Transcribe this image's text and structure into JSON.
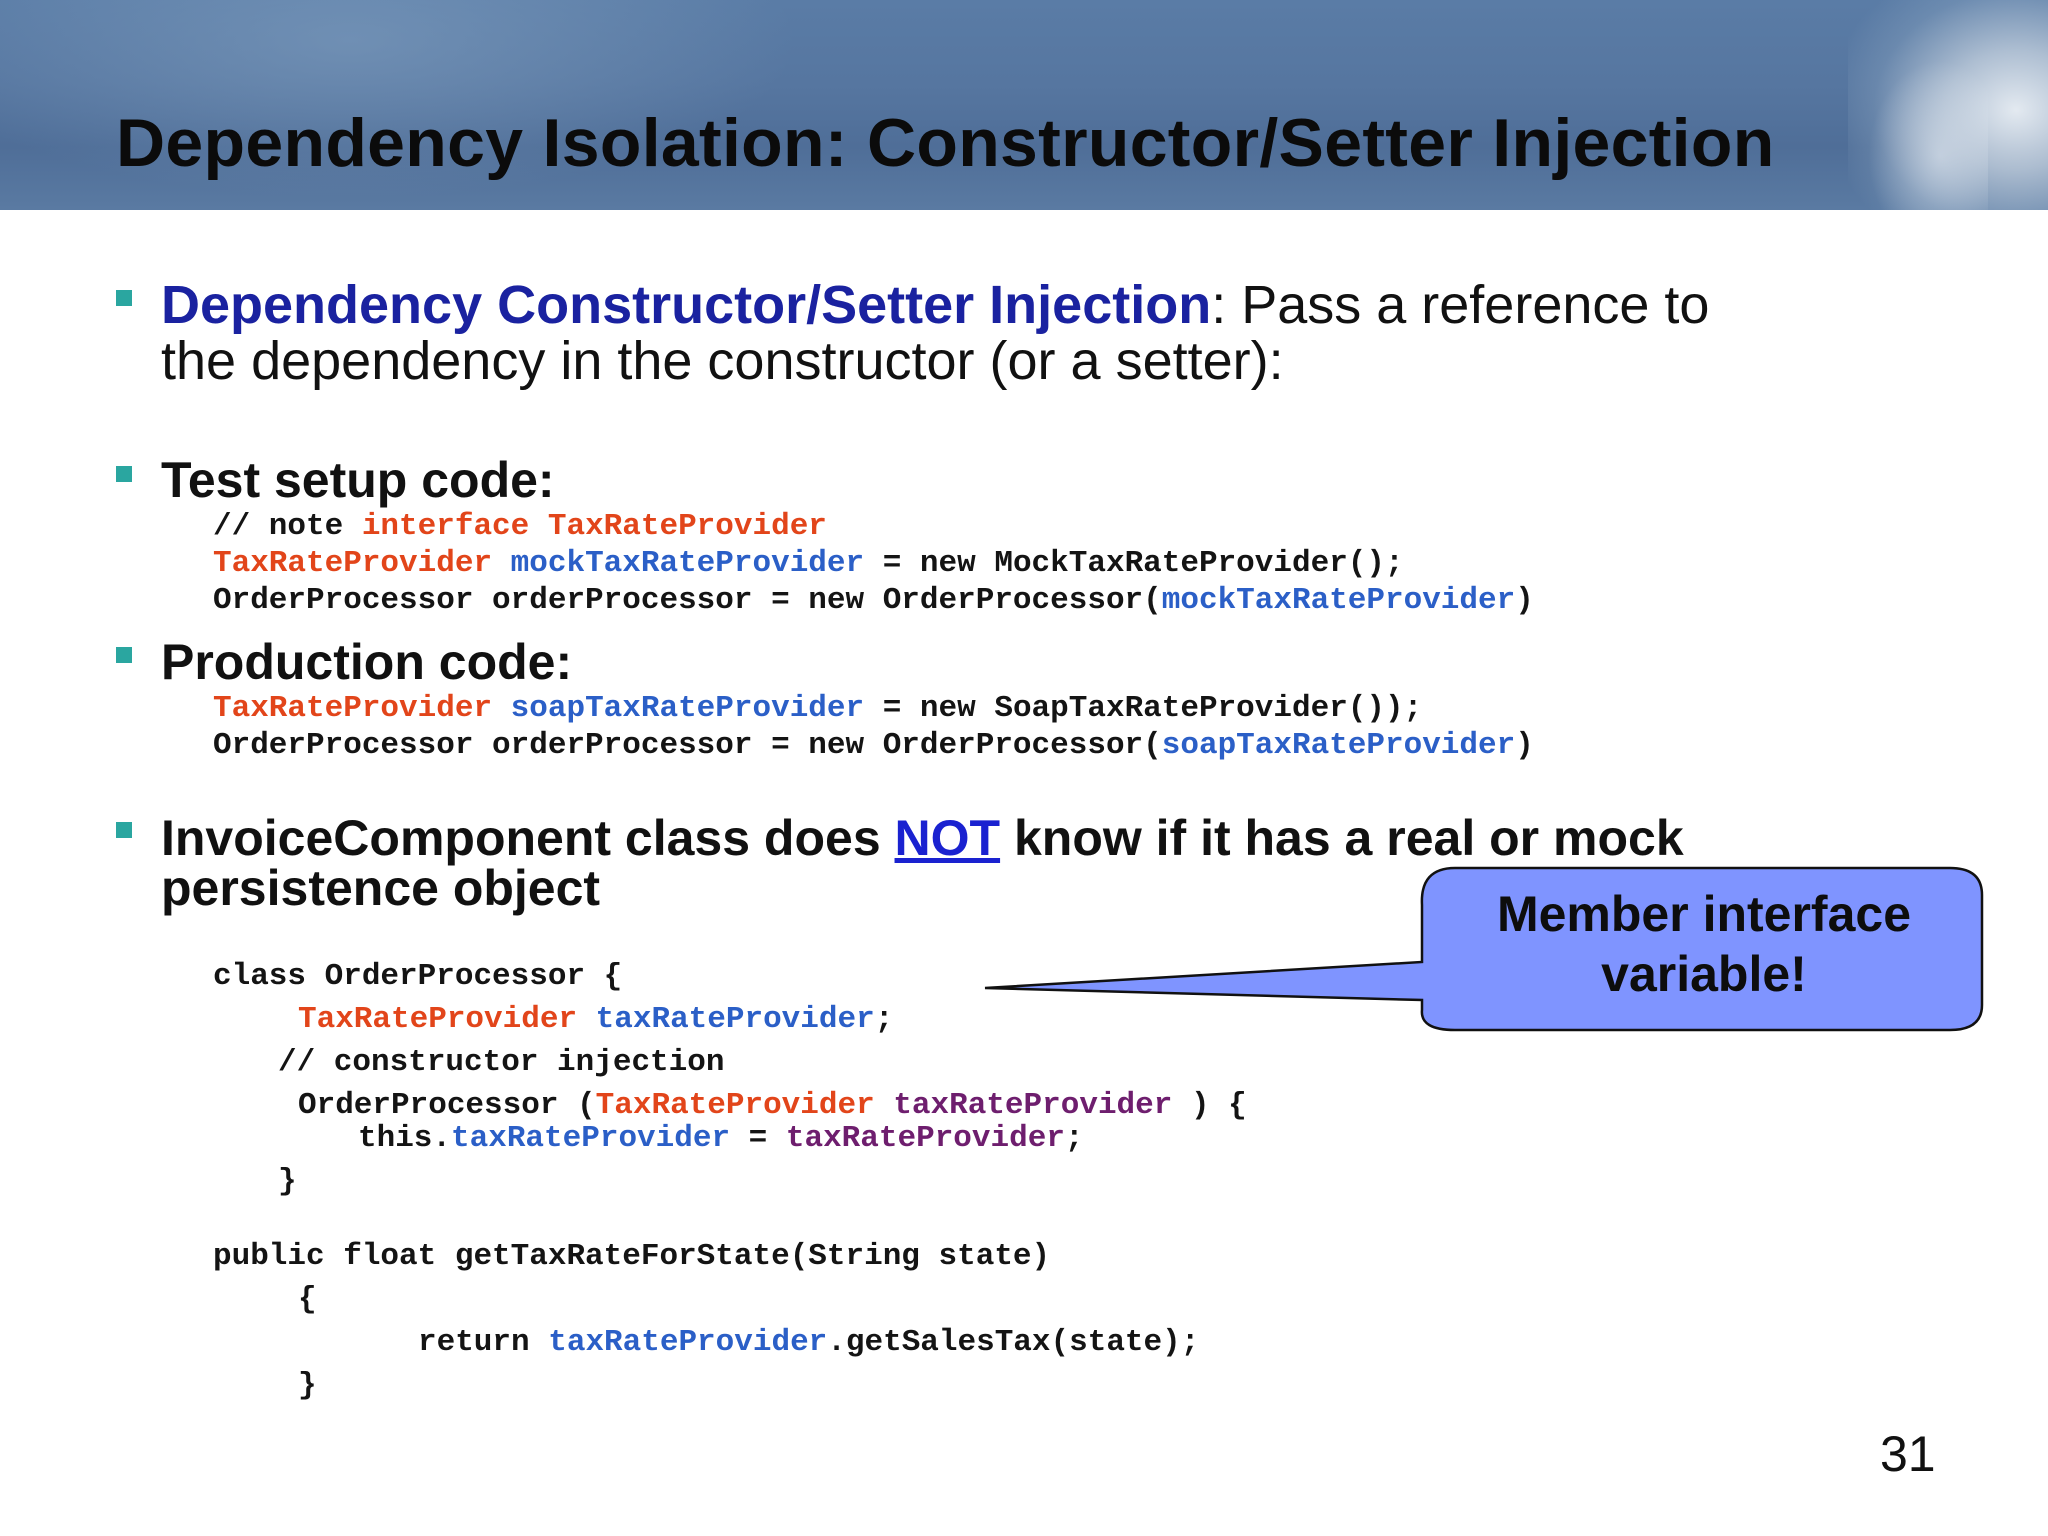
{
  "title": "Dependency Isolation: Constructor/Setter Injection",
  "bullet1": {
    "term": "Dependency Constructor/Setter Injection",
    "rest_line1": ": Pass a reference to",
    "line2": "the dependency in the constructor (or a setter):"
  },
  "bullet2": {
    "label": "Test setup code:"
  },
  "test_code": {
    "line1_a": "// note ",
    "line1_b": "interface TaxRateProvider",
    "line2_a": "TaxRateProvider",
    "line2_b": "mockTaxRateProvider",
    "line2_c": " = new MockTaxRateProvider();",
    "line3_a": "OrderProcessor orderProcessor = new OrderProcessor(",
    "line3_b": "mockTaxRateProvider",
    "line3_c": ")"
  },
  "bullet3": {
    "label": "Production code:"
  },
  "prod_code": {
    "line1_a": "TaxRateProvider",
    "line1_b": "soapTaxRateProvider",
    "line1_c": " = new SoapTaxRateProvider());",
    "line2_a": "OrderProcessor orderProcessor = new OrderProcessor(",
    "line2_b": "soapTaxRateProvider",
    "line2_c": ")"
  },
  "bullet4": {
    "line1_a": "InvoiceComponent class does ",
    "line1_not": "NOT",
    "line1_b": " know if it has a real or mock",
    "line2": "persistence object"
  },
  "class_code": {
    "l1": "class OrderProcessor {",
    "l2_a": "TaxRateProvider",
    "l2_b": "taxRateProvider",
    "l2_c": ";",
    "l3": "// constructor injection",
    "l4_a": "OrderProcessor (",
    "l4_b": "TaxRateProvider",
    "l4_c": "taxRateProvider",
    "l4_d": " ) {",
    "l5_a": "this.",
    "l5_b": "taxRateProvider",
    "l5_c": " = ",
    "l5_d": "taxRateProvider",
    "l5_e": ";",
    "l6": "}",
    "l7": "public float getTaxRateForState(String state)",
    "l8": "{",
    "l9_a": "return ",
    "l9_b": "taxRateProvider",
    "l9_c": ".getSalesTax(state);",
    "l10": "}"
  },
  "callout": {
    "line1": "Member interface",
    "line2": "variable!"
  },
  "page_number": "31",
  "colors": {
    "bullet": "#2aa6a0",
    "term_blue": "#1a22a0",
    "code_red": "#e2451a",
    "code_blue": "#2b5fc7",
    "code_purple": "#6e1e6e",
    "callout_fill": "#7f94ff"
  }
}
